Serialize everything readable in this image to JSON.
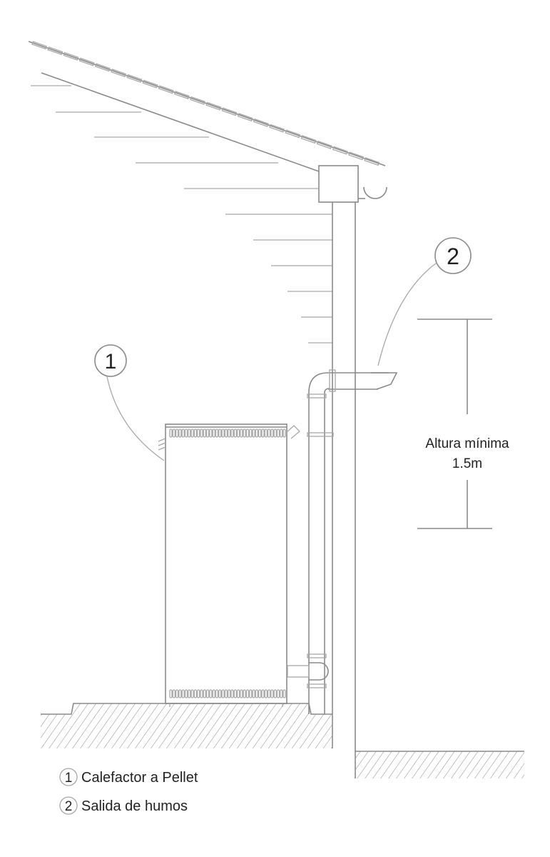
{
  "callouts": {
    "one": "1",
    "two": "2"
  },
  "dimension": {
    "label_line1": "Altura mínima",
    "label_line2": "1.5m"
  },
  "legend": [
    {
      "number": "1",
      "label": "Calefactor a Pellet"
    },
    {
      "number": "2",
      "label": "Salida de humos"
    }
  ],
  "colors": {
    "line": "#8a8a8a",
    "text": "#222222",
    "background": "#ffffff"
  }
}
